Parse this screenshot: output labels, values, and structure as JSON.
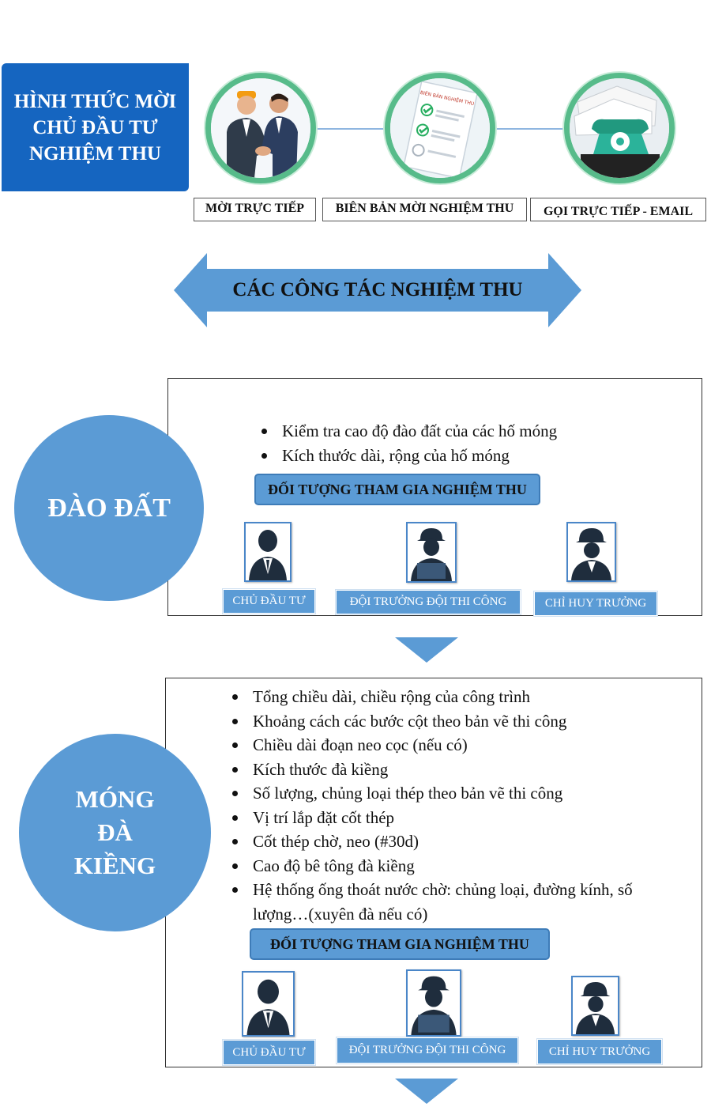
{
  "header": {
    "title": "HÌNH THỨC MỜI CHỦ ĐẦU TƯ NGHIỆM THU"
  },
  "methods": [
    {
      "label": "MỜI TRỰC TIẾP",
      "icon": "handshake-icon"
    },
    {
      "label": "BIÊN BẢN MỜI NGHIỆM THU",
      "icon": "checklist-document-icon",
      "doc_heading": "BIÊN BẢN NGHIỆM THU"
    },
    {
      "label": "GỌI TRỰC TIẾP - EMAIL",
      "icon": "telephone-papers-icon"
    }
  ],
  "banner": {
    "text": "CÁC CÔNG TÁC NGHIỆM THU"
  },
  "sections": [
    {
      "title": "ĐÀO ĐẤT",
      "bullets": [
        "Kiểm tra cao độ đào đất của các hố móng",
        "Kích thước dài, rộng của hố móng"
      ],
      "participants_heading": "ĐỐI TƯỢNG THAM GIA NGHIỆM THU",
      "roles": [
        "CHỦ ĐẦU TƯ",
        "ĐỘI TRƯỞNG ĐỘI THI CÔNG",
        "CHỈ HUY TRƯỞNG"
      ]
    },
    {
      "title_lines": [
        "MÓNG",
        "ĐÀ",
        "KIỀNG"
      ],
      "bullets": [
        "Tổng chiều dài, chiều rộng của công trình",
        "Khoảng cách các bước cột theo bản vẽ thi công",
        "Chiều dài đoạn neo cọc (nếu có)",
        "Kích thước đà kiềng",
        "Số lượng, chủng loại thép theo bản vẽ thi công",
        "Vị trí lắp đặt cốt thép",
        "Cốt thép chờ, neo (#30d)",
        "Cao độ bê tông đà kiềng",
        "Hệ thống ống thoát nước chờ: chủng loại, đường kính, số lượng…(xuyên đà nếu có)"
      ],
      "participants_heading": "ĐỐI TƯỢNG THAM GIA NGHIỆM THU",
      "roles": [
        "CHỦ ĐẦU TƯ",
        "ĐỘI TRƯỞNG ĐỘI THI CÔNG",
        "CHỈ HUY TRƯỞNG"
      ]
    }
  ],
  "colors": {
    "title_box": "#1565c0",
    "circle_blue": "#5b9bd5",
    "method_ring": "#57bb8a"
  }
}
